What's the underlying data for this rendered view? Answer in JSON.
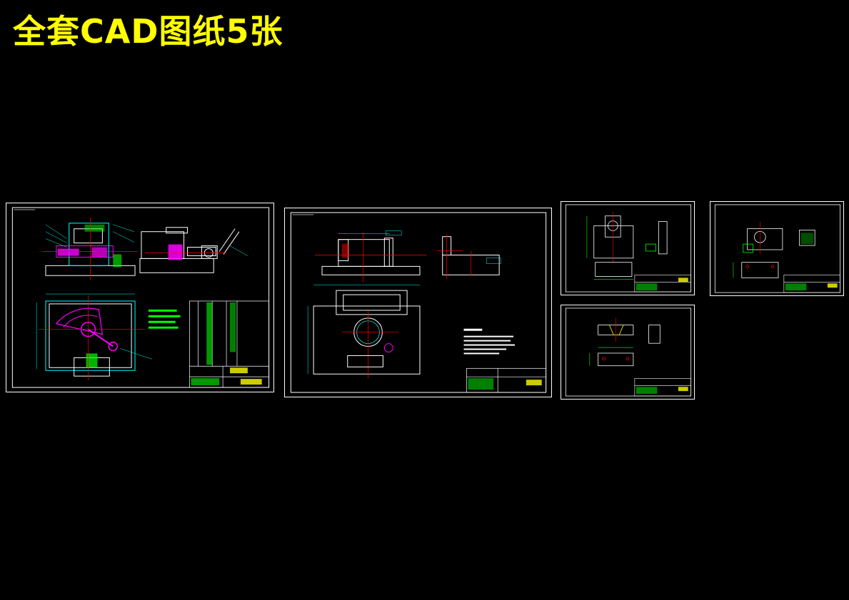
{
  "title": "全套CAD图纸5张",
  "colors": {
    "background": "#000000",
    "title": "#ffff00",
    "frame": "#ffffff",
    "green": "#00ff00",
    "cyan": "#00ffff",
    "magenta": "#ff00ff",
    "red": "#ff0000",
    "yellow": "#ffff00"
  },
  "sheets": [
    {
      "name": "assembly-drawing",
      "kind": "assembly"
    },
    {
      "name": "fixture-body-drawing",
      "kind": "part-large"
    },
    {
      "name": "part-drawing-1",
      "kind": "part-small"
    },
    {
      "name": "part-drawing-2",
      "kind": "part-small"
    },
    {
      "name": "part-drawing-3",
      "kind": "part-small"
    }
  ]
}
